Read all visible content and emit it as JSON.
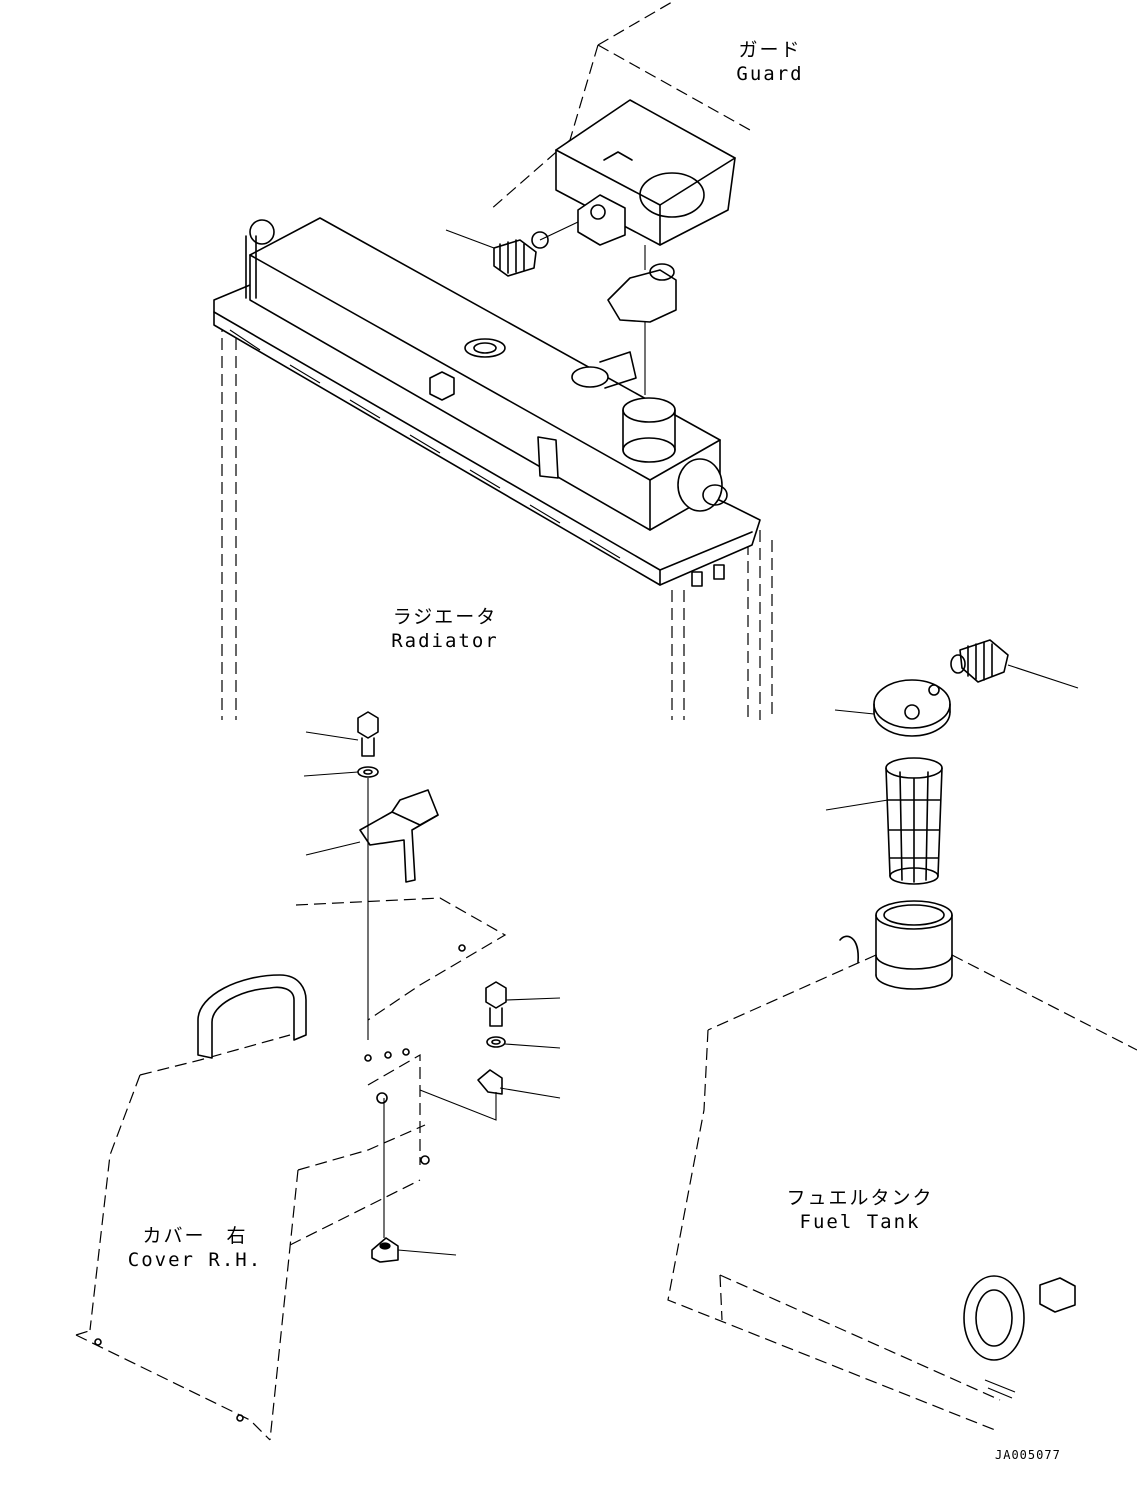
{
  "labels": {
    "guard": {
      "ja": "ガード",
      "en": "Guard"
    },
    "radiator": {
      "ja": "ラジエータ",
      "en": "Radiator"
    },
    "fuel_tank": {
      "ja": "フュエルタンク",
      "en": "Fuel Tank"
    },
    "cover_rh": {
      "ja": "カバー　右",
      "en": "Cover R.H."
    }
  },
  "drawing_number": "JA005077"
}
